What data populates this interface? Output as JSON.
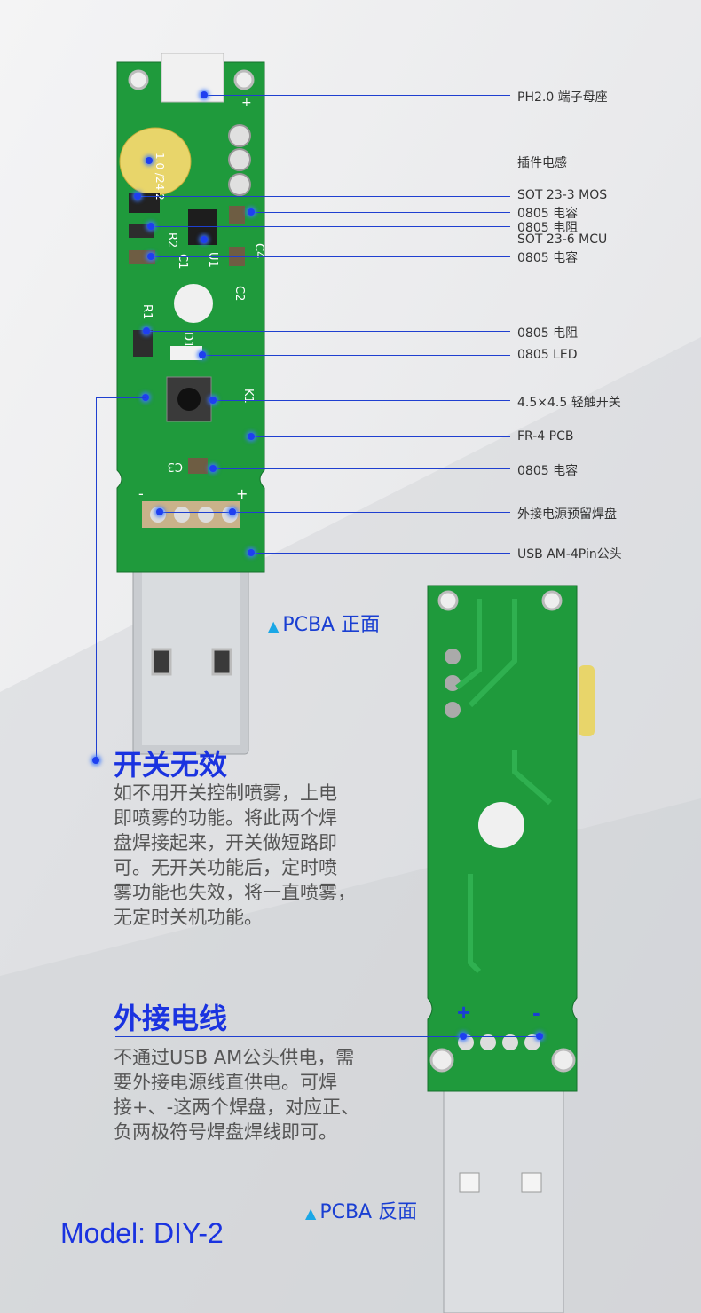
{
  "callouts": [
    {
      "label": "PH2.0 端子母座"
    },
    {
      "label": "插件电感"
    },
    {
      "label": "SOT 23-3 MOS"
    },
    {
      "label": "0805 电容"
    },
    {
      "label": "0805 电阻"
    },
    {
      "label": "SOT 23-6 MCU"
    },
    {
      "label": "0805 电容"
    },
    {
      "label": "0805 电阻"
    },
    {
      "label": "0805 LED"
    },
    {
      "label": "4.5×4.5 轻触开关"
    },
    {
      "label": "FR-4 PCB"
    },
    {
      "label": "0805 电容"
    },
    {
      "label": "外接电源预留焊盘"
    },
    {
      "label": "USB AM-4Pin公头"
    }
  ],
  "captions": {
    "front": "PCBA 正面",
    "back": "PCBA 反面"
  },
  "silk_front": {
    "r2": "R2",
    "u1": "U1",
    "c1": "C1",
    "c4": "C4",
    "c2": "C2",
    "r1": "R1",
    "d1": "D1",
    "k1": "K1",
    "c3": "C3",
    "plus": "+",
    "minus": "-",
    "top": "1.0 /24 2",
    "pin": "+"
  },
  "sections": {
    "switch": {
      "title": "开关无效",
      "lines": [
        "如不用开关控制喷雾，上电",
        "即喷雾的功能。将此两个焊",
        "盘焊接起来，开关做短路即",
        "可。无开关功能后，定时喷",
        "雾功能也失效，将一直喷雾，",
        "无定时关机功能。"
      ]
    },
    "external": {
      "title": "外接电线",
      "lines": [
        "不通过USB AM公头供电，需",
        "要外接电源线直供电。可焊",
        "接+、-这两个焊盘，对应正、",
        "负两极符号焊盘焊线即可。"
      ]
    }
  },
  "back_marks": {
    "plus": "+",
    "minus": "-"
  },
  "model": "Model: DIY-2",
  "colors": {
    "accent": "#1a33e0",
    "pcb": "#1f9a3c",
    "line": "#1f3fd0"
  }
}
